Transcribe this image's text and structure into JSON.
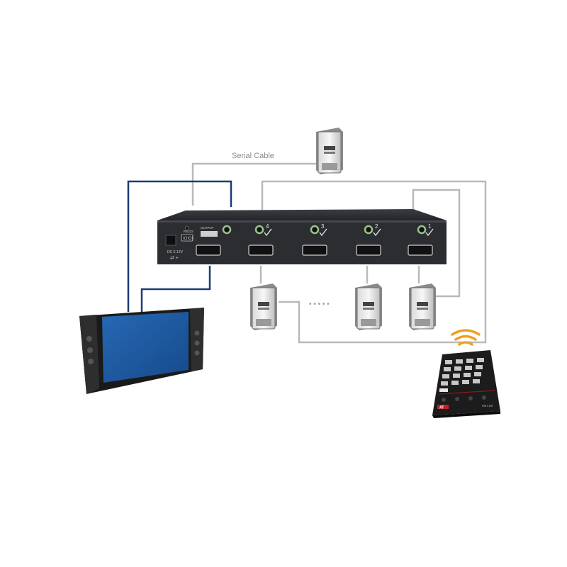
{
  "labels": {
    "serial_cable": "Serial Cable",
    "rs232": "RS232",
    "output": "OUTPUT",
    "dc_input": "DC 5-12V",
    "ellipsis": "• • • • •",
    "brand": "AT"
  },
  "ports": {
    "port_4": "4",
    "port_3": "3",
    "port_2": "2",
    "port_1": "1"
  },
  "remote": {
    "model": "RMT-DR"
  },
  "colors": {
    "switch_body": "#2b2d31",
    "video_cable": "#1d3a75",
    "serial_cable": "#b9b9b9",
    "screen": "#1e5aa0",
    "ir_signal": "#f0a020",
    "jack_green": "#9bc48a"
  }
}
